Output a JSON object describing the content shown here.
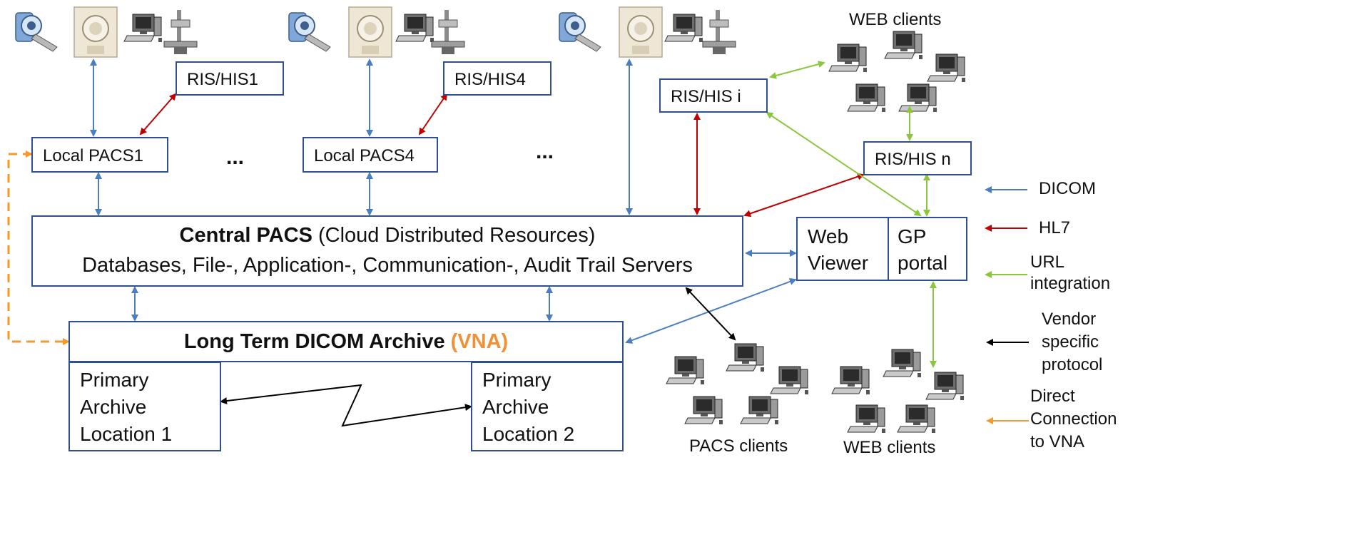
{
  "top_labels": {
    "web_clients": "WEB clients"
  },
  "ris": {
    "his1": "RIS/HIS1",
    "his4": "RIS/HIS4",
    "hisi": "RIS/HIS i",
    "hisn": "RIS/HIS n"
  },
  "local": {
    "pacs1": "Local PACS1",
    "pacs4": "Local PACS4"
  },
  "ellipsis": "...",
  "central": {
    "title_bold": "Central PACS",
    "title_rest": "(Cloud Distributed Resources)",
    "line2": "Databases, File-, Application-, Communication-, Audit Trail Servers"
  },
  "viewer": {
    "web_line1": "Web",
    "web_line2": "Viewer",
    "gp_line1": "GP",
    "gp_line2": "portal"
  },
  "archive": {
    "title": "Long Term DICOM Archive",
    "vna": "(VNA)"
  },
  "primary1": {
    "l1": "Primary",
    "l2": "Archive",
    "l3": "Location 1"
  },
  "primary2": {
    "l1": "Primary",
    "l2": "Archive",
    "l3": "Location 2"
  },
  "bottom_labels": {
    "pacs_clients": "PACS clients",
    "web_clients": "WEB clients"
  },
  "legend": {
    "dicom": "DICOM",
    "hl7": "HL7",
    "url1": "URL",
    "url2": "integration",
    "vendor1": "Vendor",
    "vendor2": "specific",
    "vendor3": "protocol",
    "direct1": "Direct",
    "direct2": "Connection",
    "direct3": "to VNA"
  },
  "colors": {
    "dicom": "#4a7ebf",
    "hl7": "#c00000",
    "url": "#8cc63f",
    "vendor": "#000000",
    "direct": "#f39a2b",
    "box_border": "#2f4f8f"
  }
}
